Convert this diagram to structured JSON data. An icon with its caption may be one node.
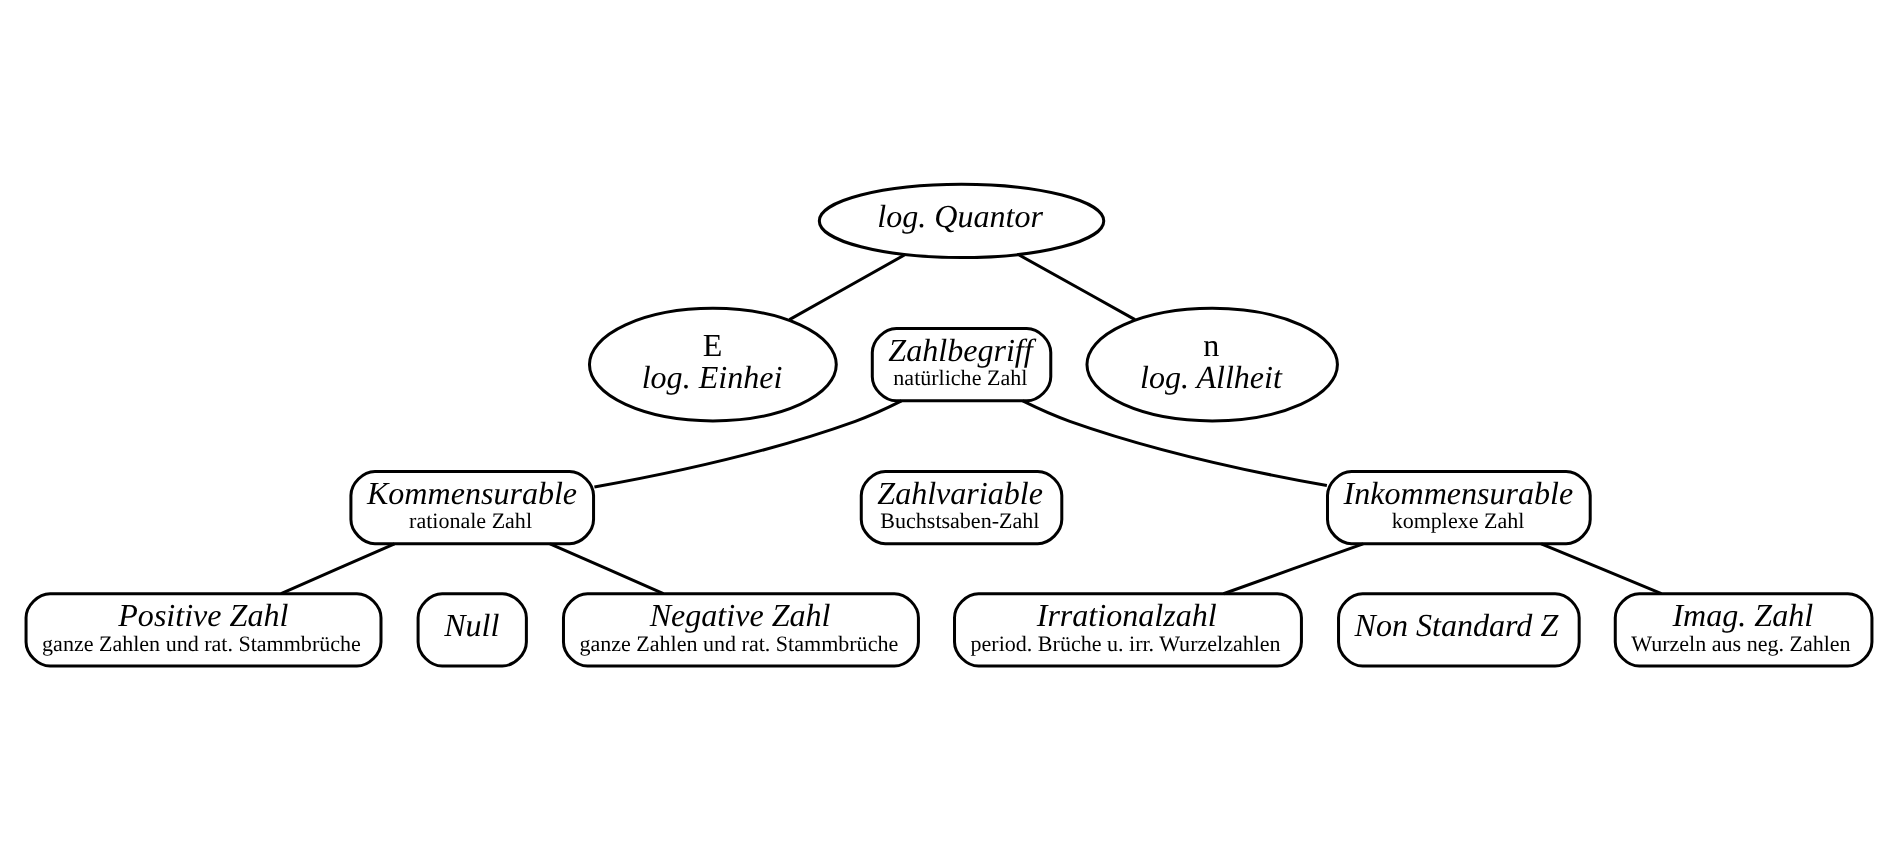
{
  "diagram": {
    "nodes": [
      {
        "text": [
          "log. Quantor"
        ]
      },
      {
        "text": [
          "E",
          "log. Einhei"
        ]
      },
      {
        "text": [
          "Zahlbegriff",
          "natürliche Zahl"
        ]
      },
      {
        "text": [
          "n",
          "log. Allheit"
        ]
      },
      {
        "text": [
          "Kommensurable",
          "rationale Zahl"
        ]
      },
      {
        "text": [
          "Zahlvariable",
          "Buchstsaben-Zahl"
        ]
      },
      {
        "text": [
          "Inkommensurable",
          "komplexe Zahl"
        ]
      },
      {
        "text": [
          "Positive Zahl",
          "ganze Zahlen und rat. Stammbrüche"
        ]
      },
      {
        "text": [
          "Null"
        ]
      },
      {
        "text": [
          "Negative Zahl",
          "ganze Zahlen und rat. Stammbrüche"
        ]
      },
      {
        "text": [
          "Irrationalzahl",
          "period. Brüche u. irr. Wurzelzahlen"
        ]
      },
      {
        "text": [
          "Non Standard Z"
        ]
      },
      {
        "text": [
          "Imag. Zahl",
          "Wurzeln aus neg. Zahlen"
        ]
      }
    ],
    "edges": [
      {
        "from": 0,
        "to": 1,
        "arrow": "none"
      },
      {
        "from": 0,
        "to": 3,
        "arrow": "none"
      },
      {
        "from": 2,
        "to": 4,
        "arrow": "none"
      },
      {
        "from": 2,
        "to": 6,
        "arrow": "none"
      },
      {
        "from": 4,
        "to": 7,
        "arrow": "none"
      },
      {
        "from": 4,
        "to": 9,
        "arrow": "none"
      },
      {
        "from": 6,
        "to": 10,
        "arrow": "none"
      },
      {
        "from": 6,
        "to": 12,
        "arrow": "none"
      }
    ]
  }
}
